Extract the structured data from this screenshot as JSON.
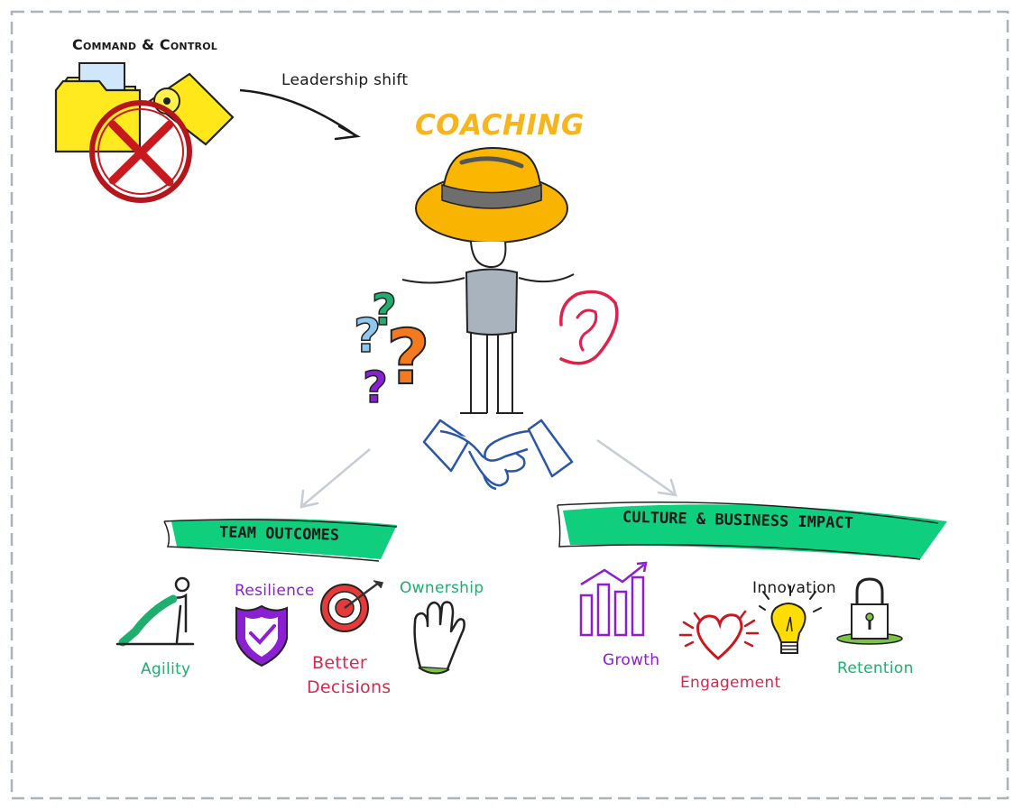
{
  "legacy": {
    "title": "Command & Control",
    "arrow_label": "Leadership shift"
  },
  "coaching": {
    "title": "COACHING"
  },
  "branches": {
    "team": {
      "title": "TEAM OUTCOMES",
      "items": [
        {
          "label": "Agility",
          "icon": "push-up-icon"
        },
        {
          "label": "Resilience",
          "icon": "shield-check-icon"
        },
        {
          "label": "Better",
          "label2": "Decisions",
          "icon": "target-icon"
        },
        {
          "label": "Ownership",
          "icon": "raised-hand-icon"
        }
      ]
    },
    "culture": {
      "title": "CULTURE & BUSINESS IMPACT",
      "items": [
        {
          "label": "Growth",
          "icon": "growth-chart-icon"
        },
        {
          "label": "Engagement",
          "icon": "heart-icon"
        },
        {
          "label": "Innovation",
          "icon": "lightbulb-icon"
        },
        {
          "label": "Retention",
          "icon": "padlock-icon"
        }
      ]
    }
  },
  "colors": {
    "coaching_yellow": "#f6b51c",
    "banner_green": "#0fcf7e",
    "purple": "#8b1fd2",
    "red": "#d42a4f",
    "green_text": "#1fae6e"
  }
}
